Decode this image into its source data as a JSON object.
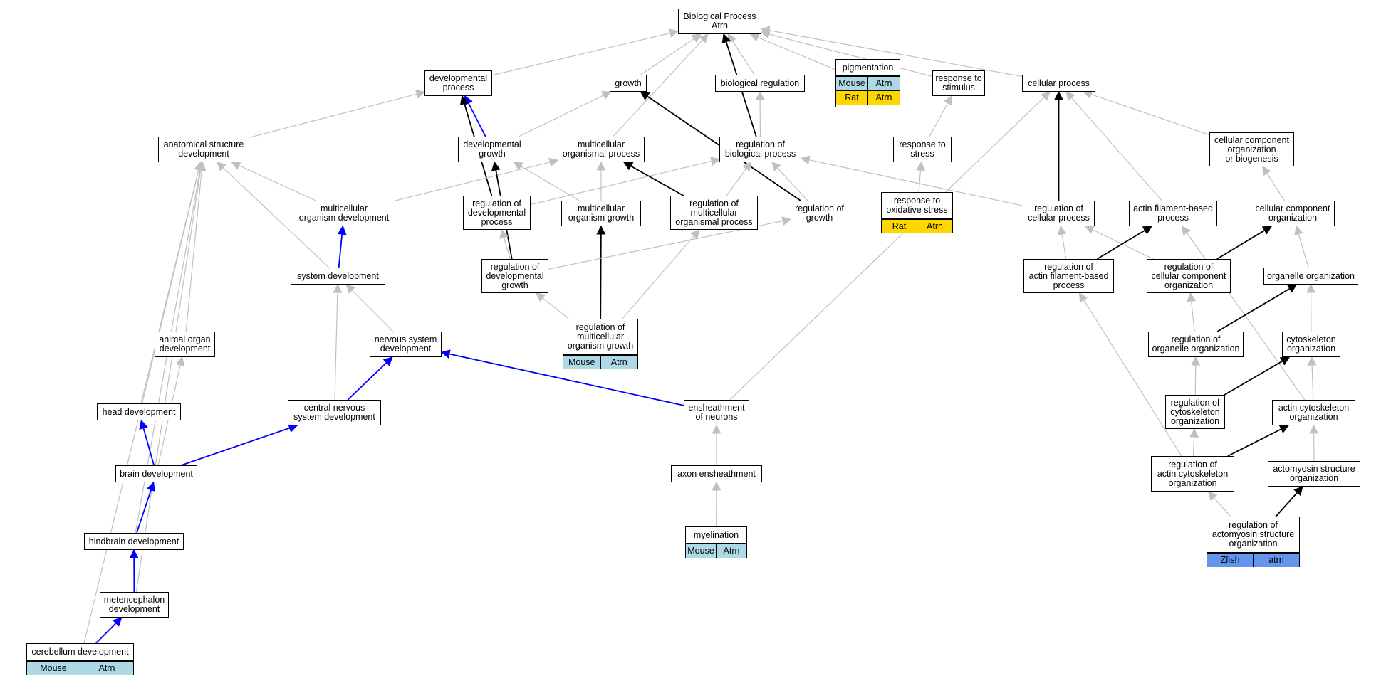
{
  "colors": {
    "edge_gray": "#c0c0c0",
    "edge_black": "#000000",
    "edge_blue": "#0000ff",
    "mouse_bg": "#add8e6",
    "rat_bg": "#ffd700",
    "zfish_bg": "#6495ed"
  },
  "nodes": {
    "bp": {
      "label": "Biological Process\nAtrn"
    },
    "dev": {
      "label": "developmental\nprocess"
    },
    "gro": {
      "label": "growth"
    },
    "breg": {
      "label": "biological regulation"
    },
    "pig": {
      "label": "pigmentation",
      "rows": [
        {
          "cells": [
            "Mouse",
            "Atrn"
          ],
          "color": "mouse"
        },
        {
          "cells": [
            "Rat",
            "Atrn"
          ],
          "color": "rat"
        }
      ]
    },
    "rstim": {
      "label": "response to\nstimulus"
    },
    "cell": {
      "label": "cellular process"
    },
    "asd": {
      "label": "anatomical structure\ndevelopment"
    },
    "dg": {
      "label": "developmental\ngrowth"
    },
    "mop": {
      "label": "multicellular\norganismal process"
    },
    "rbp": {
      "label": "regulation of\nbiological process"
    },
    "rstr": {
      "label": "response to\nstress"
    },
    "ccob": {
      "label": "cellular component\norganization\nor biogenesis"
    },
    "mod": {
      "label": "multicellular\norganism development"
    },
    "rdp": {
      "label": "regulation of\ndevelopmental\nprocess"
    },
    "mog": {
      "label": "multicellular\norganism growth"
    },
    "rmop": {
      "label": "regulation of\nmulticellular\norganismal process"
    },
    "rgro": {
      "label": "regulation of\ngrowth"
    },
    "ros": {
      "label": "response to\noxidative stress",
      "rows": [
        {
          "cells": [
            "Rat",
            "Atrn"
          ],
          "color": "rat"
        }
      ]
    },
    "rcp": {
      "label": "regulation of\ncellular process"
    },
    "afp": {
      "label": "actin filament-based\nprocess"
    },
    "cco": {
      "label": "cellular component\norganization"
    },
    "sysd": {
      "label": "system development"
    },
    "rdg": {
      "label": "regulation of\ndevelopmental\ngrowth"
    },
    "rafp": {
      "label": "regulation of\nactin filament-based\nprocess"
    },
    "rcco": {
      "label": "regulation of\ncellular component\norganization"
    },
    "oo": {
      "label": "organelle organization"
    },
    "aod": {
      "label": "animal organ\ndevelopment"
    },
    "nsd": {
      "label": "nervous system\ndevelopment"
    },
    "rmog": {
      "label": "regulation of\nmulticellular\norganism growth",
      "rows": [
        {
          "cells": [
            "Mouse",
            "Atrn"
          ],
          "color": "mouse"
        }
      ]
    },
    "roo": {
      "label": "regulation of\norganelle organization"
    },
    "cyto": {
      "label": "cytoskeleton\norganization"
    },
    "hd": {
      "label": "head development"
    },
    "cnsd": {
      "label": "central nervous\nsystem development"
    },
    "eon": {
      "label": "ensheathment\nof neurons"
    },
    "rco": {
      "label": "regulation of\ncytoskeleton\norganization"
    },
    "aco": {
      "label": "actin cytoskeleton\norganization"
    },
    "bd": {
      "label": "brain development"
    },
    "axe": {
      "label": "axon ensheathment"
    },
    "raco": {
      "label": "regulation of\nactin cytoskeleton\norganization"
    },
    "aso": {
      "label": "actomyosin structure\norganization"
    },
    "hbd": {
      "label": "hindbrain development"
    },
    "myel": {
      "label": "myelination",
      "rows": [
        {
          "cells": [
            "Mouse",
            "Atrn"
          ],
          "color": "mouse"
        }
      ]
    },
    "raso": {
      "label": "regulation of\nactomyosin structure\norganization",
      "rows": [
        {
          "cells": [
            "Zfish",
            "atrn"
          ],
          "color": "zfish"
        }
      ]
    },
    "med": {
      "label": "metencephalon\ndevelopment"
    },
    "cbd": {
      "label": "cerebellum development",
      "rows": [
        {
          "cells": [
            "Mouse",
            "Atrn"
          ],
          "color": "mouse"
        }
      ]
    }
  },
  "edges": [
    {
      "from": "dev",
      "to": "bp",
      "color": "gray"
    },
    {
      "from": "gro",
      "to": "bp",
      "color": "gray"
    },
    {
      "from": "breg",
      "to": "bp",
      "color": "gray"
    },
    {
      "from": "pig",
      "to": "bp",
      "color": "gray"
    },
    {
      "from": "rstim",
      "to": "bp",
      "color": "gray"
    },
    {
      "from": "cell",
      "to": "bp",
      "color": "gray"
    },
    {
      "from": "mop",
      "to": "bp",
      "color": "gray"
    },
    {
      "from": "rbp",
      "to": "bp",
      "color": "black"
    },
    {
      "from": "asd",
      "to": "dev",
      "color": "gray"
    },
    {
      "from": "dg",
      "to": "dev",
      "color": "blue"
    },
    {
      "from": "rdp",
      "to": "dev",
      "color": "black"
    },
    {
      "from": "dg",
      "to": "gro",
      "color": "gray"
    },
    {
      "from": "rgro",
      "to": "gro",
      "color": "black"
    },
    {
      "from": "rbp",
      "to": "breg",
      "color": "gray"
    },
    {
      "from": "rstr",
      "to": "rstim",
      "color": "gray"
    },
    {
      "from": "ros",
      "to": "rstr",
      "color": "gray"
    },
    {
      "from": "eon",
      "to": "cell",
      "color": "gray"
    },
    {
      "from": "rcp",
      "to": "cell",
      "color": "black"
    },
    {
      "from": "afp",
      "to": "cell",
      "color": "gray"
    },
    {
      "from": "ccob",
      "to": "cell",
      "color": "gray"
    },
    {
      "from": "mod",
      "to": "asd",
      "color": "gray"
    },
    {
      "from": "sysd",
      "to": "asd",
      "color": "gray"
    },
    {
      "from": "aod",
      "to": "asd",
      "color": "gray"
    },
    {
      "from": "hd",
      "to": "asd",
      "color": "gray"
    },
    {
      "from": "hbd",
      "to": "asd",
      "color": "gray"
    },
    {
      "from": "med",
      "to": "asd",
      "color": "gray"
    },
    {
      "from": "cbd",
      "to": "asd",
      "color": "gray"
    },
    {
      "from": "mod",
      "to": "mop",
      "color": "gray"
    },
    {
      "from": "mog",
      "to": "mop",
      "color": "gray"
    },
    {
      "from": "rmop",
      "to": "mop",
      "color": "black"
    },
    {
      "from": "mog",
      "to": "dg",
      "color": "gray"
    },
    {
      "from": "rdg",
      "to": "dg",
      "color": "black"
    },
    {
      "from": "rdp",
      "to": "rbp",
      "color": "gray"
    },
    {
      "from": "rmop",
      "to": "rbp",
      "color": "gray"
    },
    {
      "from": "rgro",
      "to": "rbp",
      "color": "gray"
    },
    {
      "from": "rcp",
      "to": "rbp",
      "color": "gray"
    },
    {
      "from": "cco",
      "to": "ccob",
      "color": "gray"
    },
    {
      "from": "sysd",
      "to": "mod",
      "color": "blue"
    },
    {
      "from": "rdg",
      "to": "rdp",
      "color": "gray"
    },
    {
      "from": "rmog",
      "to": "mog",
      "color": "black"
    },
    {
      "from": "rmog",
      "to": "rmop",
      "color": "gray"
    },
    {
      "from": "rdg",
      "to": "rgro",
      "color": "gray"
    },
    {
      "from": "rafp",
      "to": "rcp",
      "color": "gray"
    },
    {
      "from": "rcco",
      "to": "rcp",
      "color": "gray"
    },
    {
      "from": "rafp",
      "to": "afp",
      "color": "black"
    },
    {
      "from": "aco",
      "to": "afp",
      "color": "gray"
    },
    {
      "from": "rcco",
      "to": "cco",
      "color": "black"
    },
    {
      "from": "oo",
      "to": "cco",
      "color": "gray"
    },
    {
      "from": "nsd",
      "to": "sysd",
      "color": "gray"
    },
    {
      "from": "cnsd",
      "to": "sysd",
      "color": "gray"
    },
    {
      "from": "rmog",
      "to": "rdg",
      "color": "gray"
    },
    {
      "from": "raco",
      "to": "rafp",
      "color": "gray"
    },
    {
      "from": "roo",
      "to": "rcco",
      "color": "gray"
    },
    {
      "from": "roo",
      "to": "oo",
      "color": "black"
    },
    {
      "from": "cyto",
      "to": "oo",
      "color": "gray"
    },
    {
      "from": "bd",
      "to": "aod",
      "color": "gray"
    },
    {
      "from": "cnsd",
      "to": "nsd",
      "color": "blue"
    },
    {
      "from": "eon",
      "to": "nsd",
      "color": "blue"
    },
    {
      "from": "rco",
      "to": "roo",
      "color": "gray"
    },
    {
      "from": "rco",
      "to": "cyto",
      "color": "black"
    },
    {
      "from": "aco",
      "to": "cyto",
      "color": "gray"
    },
    {
      "from": "bd",
      "to": "hd",
      "color": "blue"
    },
    {
      "from": "bd",
      "to": "cnsd",
      "color": "blue"
    },
    {
      "from": "axe",
      "to": "eon",
      "color": "gray"
    },
    {
      "from": "raco",
      "to": "rco",
      "color": "gray"
    },
    {
      "from": "raco",
      "to": "aco",
      "color": "black"
    },
    {
      "from": "aso",
      "to": "aco",
      "color": "gray"
    },
    {
      "from": "hbd",
      "to": "bd",
      "color": "blue"
    },
    {
      "from": "myel",
      "to": "axe",
      "color": "gray"
    },
    {
      "from": "raso",
      "to": "raco",
      "color": "gray"
    },
    {
      "from": "raso",
      "to": "aso",
      "color": "black"
    },
    {
      "from": "med",
      "to": "hbd",
      "color": "blue"
    },
    {
      "from": "cbd",
      "to": "med",
      "color": "blue"
    }
  ]
}
